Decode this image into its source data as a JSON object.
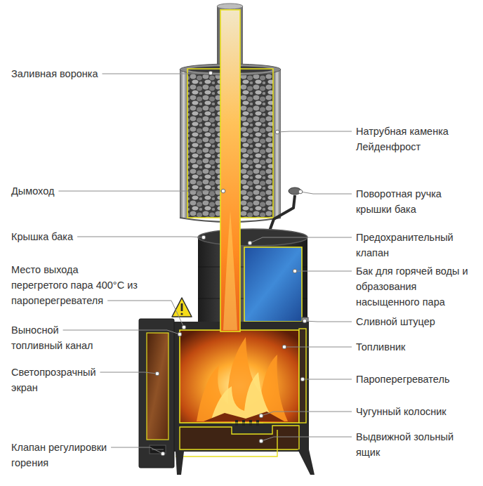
{
  "diagram": {
    "labels": [
      "Заливная воронка",
      "Дымоход",
      "Крышка бака",
      "Место выхода перегретого пара 400°C из пароперегревателя",
      "Выносной топливный канал",
      "Светопрозрачный экран",
      "Клапан регулировки горения",
      "Натрубная каменка Лейденфрост",
      "Поворотная ручка крышки бака",
      "Предохранительный клапан",
      "Бак для горячей воды и образования насыщенного пара",
      "Сливной штуцер",
      "Топливник",
      "Пароперегреватель",
      "Чугунный колосник",
      "Выдвижной зольный ящик"
    ]
  }
}
